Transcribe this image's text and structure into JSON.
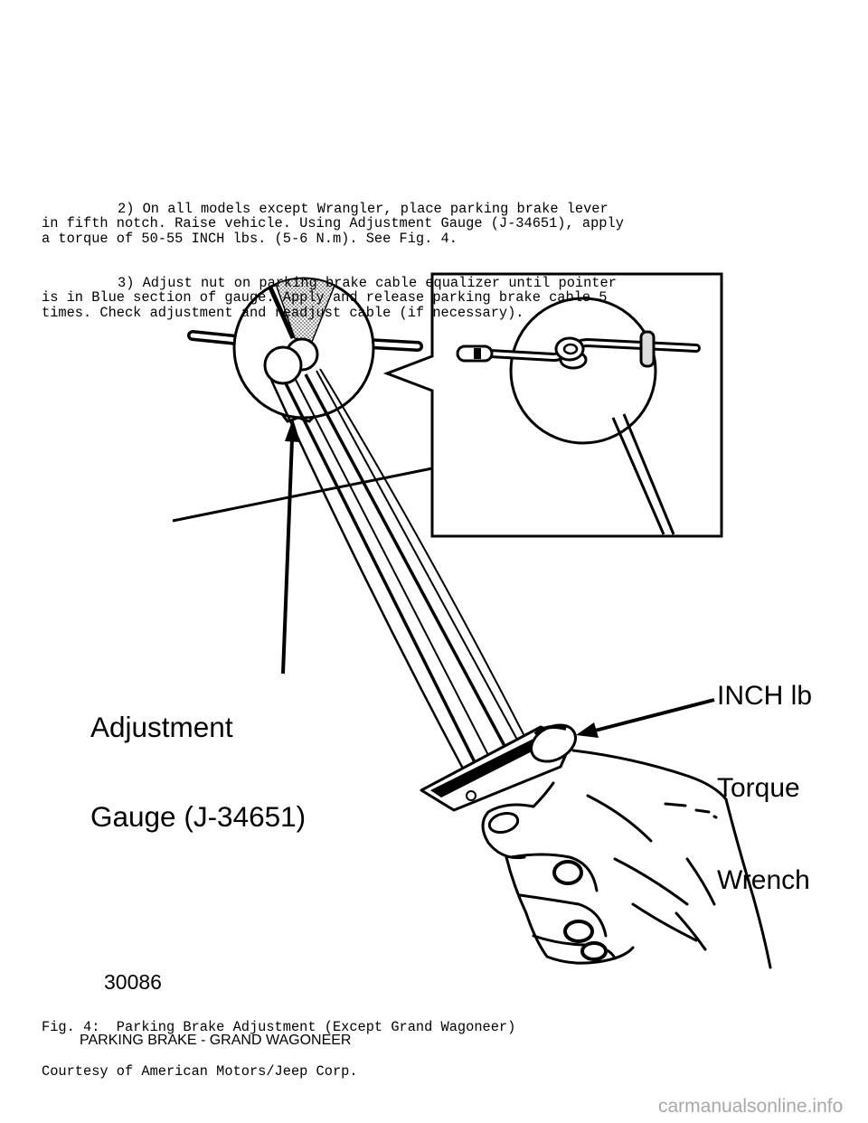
{
  "page": {
    "paragraphs": [
      {
        "lines": [
          "2) On all models except Wrangler, place parking brake lever",
          "in fifth notch. Raise vehicle. Using Adjustment Gauge (J-34651), apply",
          "a torque of 50-55 INCH lbs. (5-6 N.m). See Fig. 4."
        ]
      },
      {
        "lines": [
          "3) Adjust nut on parking brake cable equalizer until pointer",
          "is in Blue section of gauge. Apply and release parking brake cable 5",
          "times. Check adjustment and readjust cable (if necessary)."
        ]
      }
    ],
    "figure": {
      "gauge_label": [
        "Adjustment",
        "Gauge (J-34651)"
      ],
      "wrench_label": [
        "INCH lb",
        "Torque",
        "Wrench"
      ],
      "figure_number": "30086",
      "caption": [
        "Fig. 4:  Parking Brake Adjustment (Except Grand Wagoneer)",
        "Courtesy of American Motors/Jeep Corp."
      ]
    },
    "next_section_heading": "PARKING BRAKE - GRAND WAGONEER"
  },
  "watermark": {
    "text": "carmanualsonline.info"
  },
  "colors": {
    "ink": "#000000",
    "background": "#ffffff",
    "watermark": "#a8a8a8"
  }
}
